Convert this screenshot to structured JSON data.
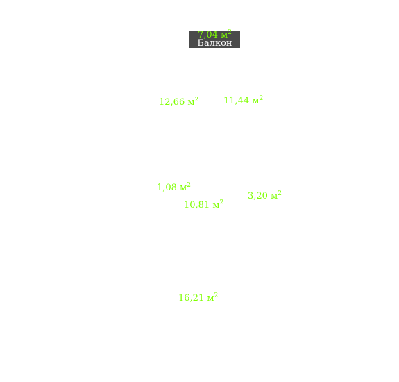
{
  "balcony": {
    "area": "7,04 м",
    "unit_sup": "2",
    "name": "Балкон"
  },
  "rooms": [
    {
      "area": "12,66 м",
      "unit_sup": "2"
    },
    {
      "area": "11,44 м",
      "unit_sup": "2"
    },
    {
      "area": "1,08 м",
      "unit_sup": "2"
    },
    {
      "area": "10,81 м",
      "unit_sup": "2"
    },
    {
      "area": "3,20 м",
      "unit_sup": "2"
    },
    {
      "area": "16,21 м",
      "unit_sup": "2"
    }
  ],
  "colors": {
    "area_label": "#7fff00",
    "badge_background": "#4a4a4a",
    "badge_text": "#ffffff",
    "page_background": "#ffffff"
  }
}
